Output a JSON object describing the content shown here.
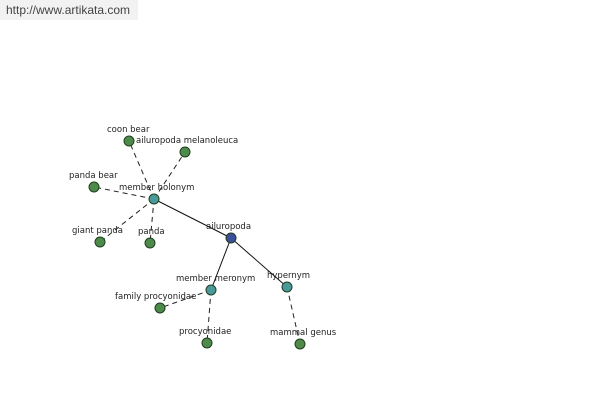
{
  "header": {
    "url_text": "http://www.artikata.com"
  },
  "colors": {
    "leaf": "#4e8a4a",
    "relation": "#4a9a9a",
    "root": "#3b4f9c",
    "edge": "#111111"
  },
  "graph": {
    "nodes": [
      {
        "id": "ailuropoda",
        "label": "ailuropoda",
        "kind": "root"
      },
      {
        "id": "member_holonym",
        "label": "member holonym",
        "kind": "relation"
      },
      {
        "id": "member_meronym",
        "label": "member meronym",
        "kind": "relation"
      },
      {
        "id": "hypernym",
        "label": "hypernym",
        "kind": "relation"
      },
      {
        "id": "coon_bear",
        "label": "coon bear",
        "kind": "leaf"
      },
      {
        "id": "ailuropoda_melanoleuca",
        "label": "ailuropoda melanoleuca",
        "kind": "leaf"
      },
      {
        "id": "panda_bear",
        "label": "panda bear",
        "kind": "leaf"
      },
      {
        "id": "giant_panda",
        "label": "giant panda",
        "kind": "leaf"
      },
      {
        "id": "panda",
        "label": "panda",
        "kind": "leaf"
      },
      {
        "id": "family_procyonidae",
        "label": "family procyonidae",
        "kind": "leaf"
      },
      {
        "id": "procyonidae",
        "label": "procyonidae",
        "kind": "leaf"
      },
      {
        "id": "mammal_genus",
        "label": "mammal genus",
        "kind": "leaf"
      }
    ],
    "edges": [
      {
        "from": "ailuropoda",
        "to": "member_holonym",
        "style": "solid"
      },
      {
        "from": "ailuropoda",
        "to": "member_meronym",
        "style": "solid"
      },
      {
        "from": "ailuropoda",
        "to": "hypernym",
        "style": "solid"
      },
      {
        "from": "member_holonym",
        "to": "coon_bear",
        "style": "dashed"
      },
      {
        "from": "member_holonym",
        "to": "ailuropoda_melanoleuca",
        "style": "dashed"
      },
      {
        "from": "member_holonym",
        "to": "panda_bear",
        "style": "dashed"
      },
      {
        "from": "member_holonym",
        "to": "giant_panda",
        "style": "dashed"
      },
      {
        "from": "member_holonym",
        "to": "panda",
        "style": "dashed"
      },
      {
        "from": "member_meronym",
        "to": "family_procyonidae",
        "style": "dashed"
      },
      {
        "from": "member_meronym",
        "to": "procyonidae",
        "style": "dashed"
      },
      {
        "from": "hypernym",
        "to": "mammal_genus",
        "style": "dashed"
      }
    ]
  }
}
